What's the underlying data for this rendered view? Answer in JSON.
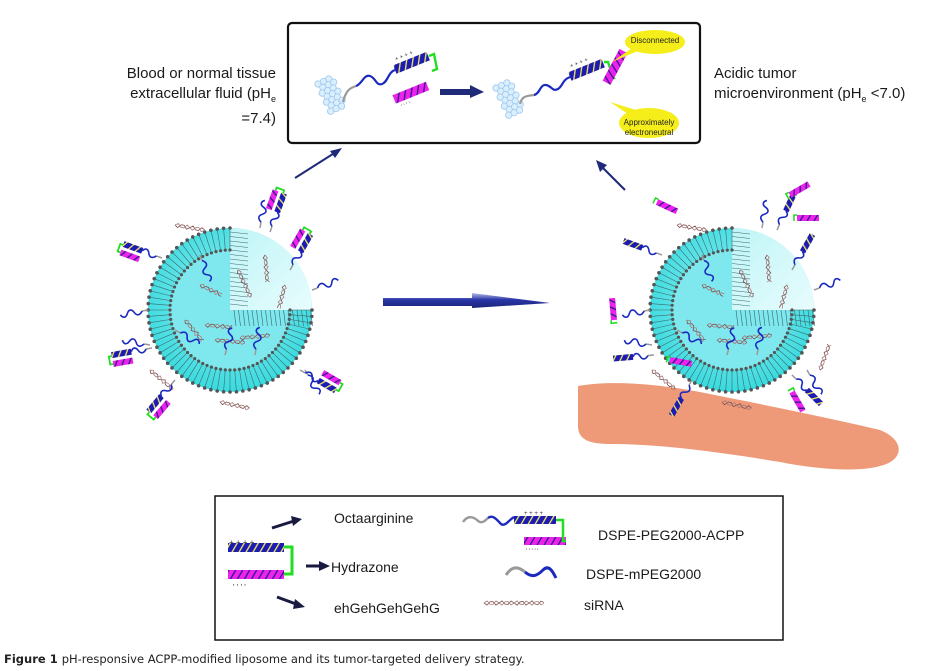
{
  "figure": {
    "caption_label": "Figure 1",
    "caption_text": "pH-responsive ACPP-modified liposome and its tumor-targeted delivery strategy."
  },
  "conditions": {
    "left": {
      "line1": "Blood or normal tissue",
      "line2_prefix": "extracellular fluid (pH",
      "subscript": "e",
      "line2_suffix": " =7.4)"
    },
    "right": {
      "line1": "Acidic tumor",
      "line2_prefix": "microenvironment (pH",
      "subscript": "e",
      "line2_suffix": " <7.0)"
    }
  },
  "inset": {
    "callouts": {
      "disconnected": "Disconnected",
      "approx_line1": "Approximately",
      "approx_line2": "electroneutral"
    }
  },
  "legend": {
    "octaarginine": "Octaarginine",
    "hydrazone": "Hydrazone",
    "ehg": "ehGehGehGehG",
    "acpp": "DSPE-PEG2000-ACPP",
    "mpeg": "DSPE-mPEG2000",
    "sirna": "siRNA"
  },
  "colors": {
    "octaarginine_blue": "#1c1cb4",
    "ehg_magenta": "#ee22ee",
    "hydrazone_green": "#22dd22",
    "stripe_yellow": "#e8e060",
    "peg_blue": "#1a2ac0",
    "dspe_gray": "#999999",
    "liposome_cyan": "#3fe0e0",
    "liposome_light": "#c8f6f8",
    "headgroup_gray": "#555555",
    "arrow_navy": "#1f2a78",
    "cell_salmon": "#ee9a78",
    "callout_yellow": "#f5ee1a",
    "sirna_brown": "#8a5a5a"
  }
}
